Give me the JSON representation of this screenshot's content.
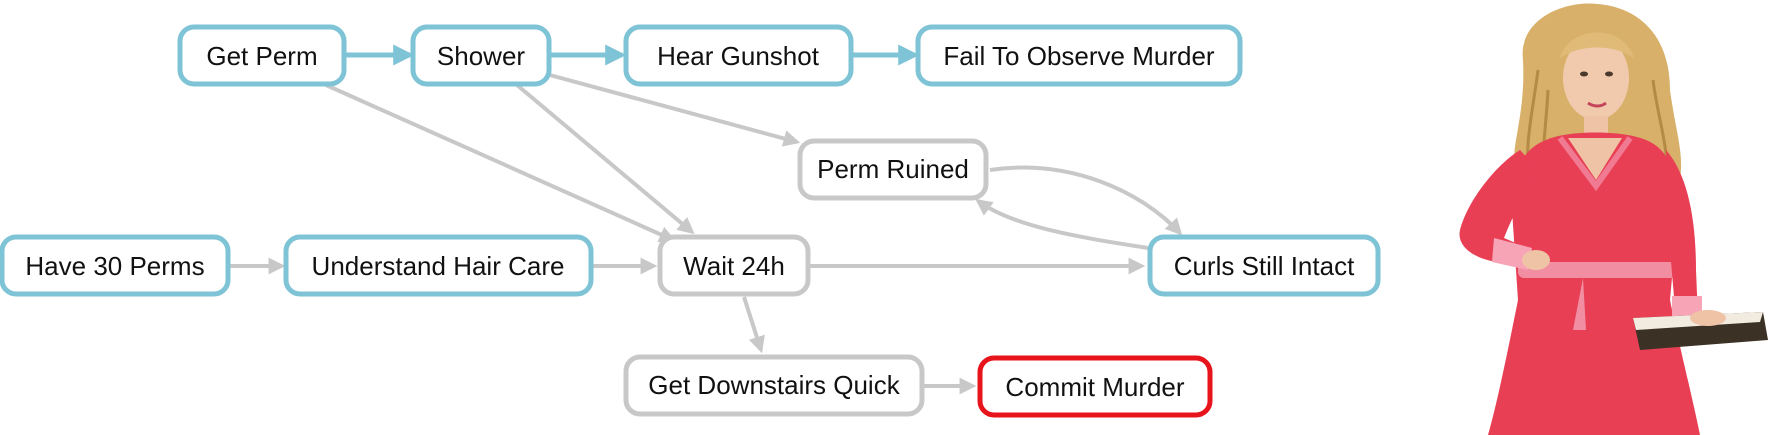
{
  "diagram": {
    "colors": {
      "known": "#7ec4d6",
      "inferred": "#c8c8c8",
      "goal": "#e8141c",
      "text": "#111111"
    },
    "nodes": {
      "get_perm": "Get Perm",
      "shower": "Shower",
      "hear_gunshot": "Hear Gunshot",
      "fail_observe": "Fail To Observe Murder",
      "perm_ruined": "Perm Ruined",
      "have_30_perms": "Have 30 Perms",
      "understand_hair": "Understand Hair Care",
      "wait_24h": "Wait 24h",
      "curls_intact": "Curls Still Intact",
      "get_downstairs": "Get Downstairs Quick",
      "commit_murder": "Commit Murder"
    }
  },
  "photo": {
    "subject": "woman in pink dress illustration"
  }
}
